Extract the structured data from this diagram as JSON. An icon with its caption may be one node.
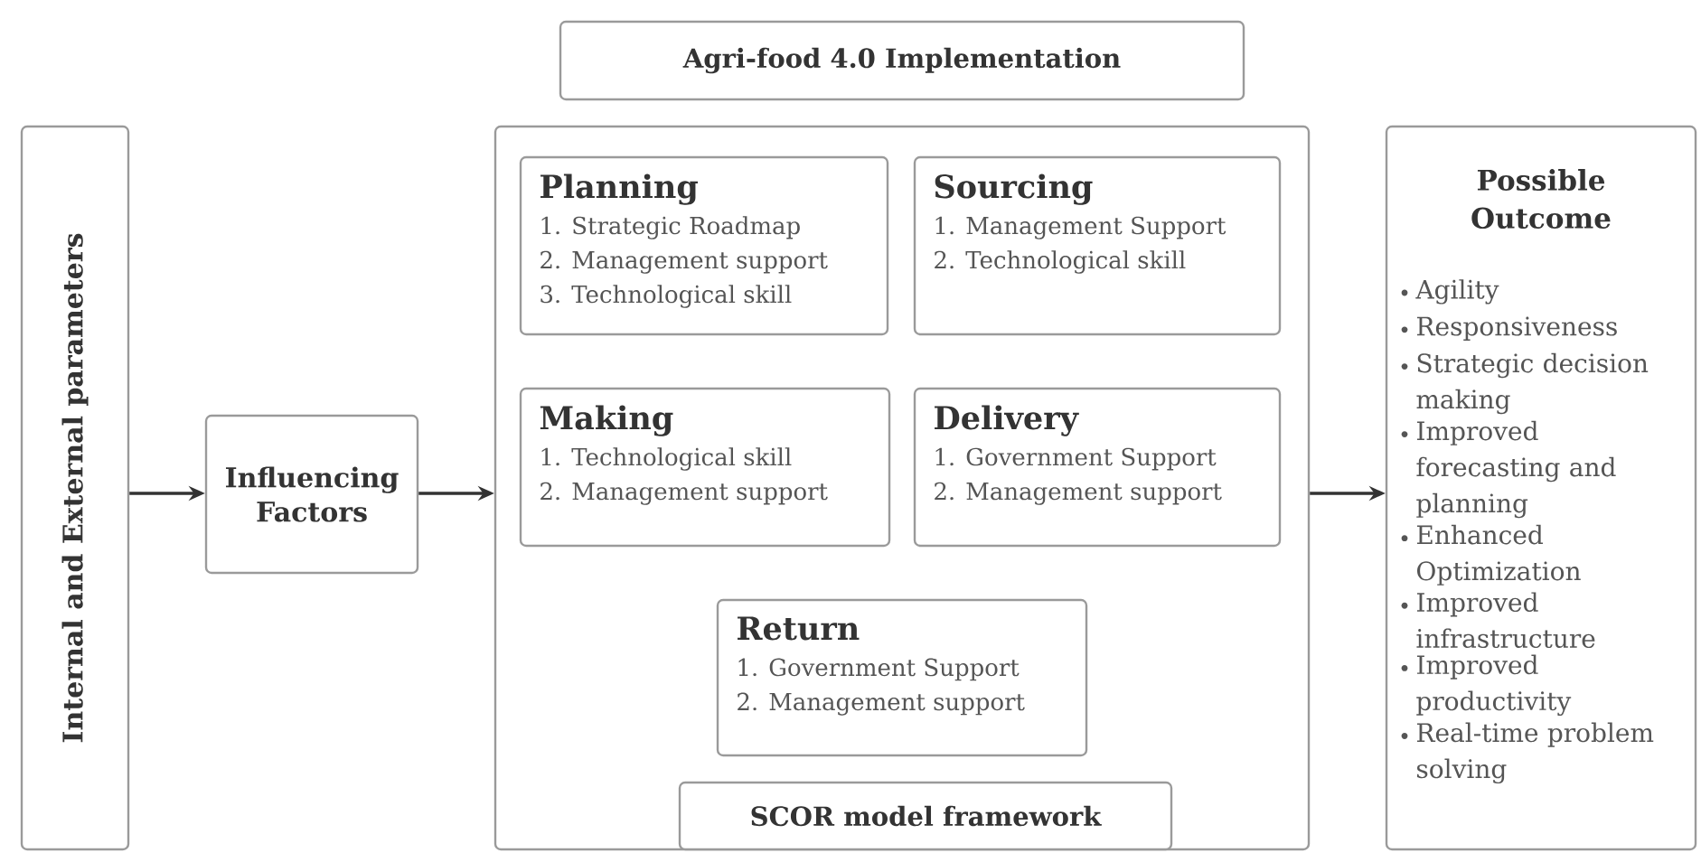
{
  "diagram": {
    "nodes": [
      {
        "text": [
          "Agri-food 4.0 Implementation"
        ]
      },
      {
        "text": [
          "Internal and External parameters"
        ]
      },
      {
        "text": [
          "Influencing Factors"
        ]
      },
      {
        "text": [],
        "shape": "box"
      },
      {
        "text": [
          "Planning",
          "1. Strategic Roadmap",
          "2. Management support",
          "3. Technological skill"
        ],
        "in": 3
      },
      {
        "text": [
          "Sourcing",
          "1. Management Support",
          "2. Technological skill"
        ],
        "in": 3
      },
      {
        "text": [
          "Making",
          "1. Technological skill",
          "2. Management support"
        ],
        "in": 3
      },
      {
        "text": [
          "Delivery",
          "1. Government Support",
          "2. Management support"
        ],
        "in": 3
      },
      {
        "text": [
          "Return",
          "1. Government Support",
          "2. Management support"
        ],
        "in": 3
      },
      {
        "text": [
          "SCOR model framework"
        ],
        "in": 3
      },
      {
        "text": [
          "Possible Outcome",
          "Agility",
          "Responsiveness",
          "Strategic decision making",
          "Improved forecasting and planning",
          "Enhanced Optimization",
          "Improved infrastructure",
          "Improved productivity",
          "Real-time problem solving"
        ]
      }
    ],
    "edges": [
      {
        "from": 1,
        "to": 2,
        "arrow": "to"
      },
      {
        "from": 2,
        "to": 3,
        "arrow": "to"
      },
      {
        "from": 3,
        "to": 10,
        "arrow": "to"
      }
    ]
  }
}
